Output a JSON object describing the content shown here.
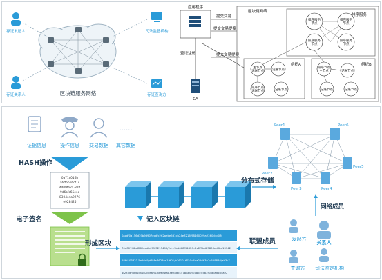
{
  "top": {
    "network_title": "区块链服务网络",
    "corners": {
      "top_left": "存证发起人",
      "bottom_left": "存证关系人",
      "top_right": "司法监督机构",
      "bottom_right": "存证查询方"
    },
    "app_title": "应用程序",
    "submit_tx": "提交交易",
    "submit_tx_proposal": "提交交易提案",
    "register": "登记注册",
    "ca": "CA",
    "chain_network": "区块链网络",
    "sort_service": "排序服务",
    "sort_node": "排序服务\n节点",
    "org_a": "组织A",
    "org_b": "组织B",
    "master_node": "主节点",
    "record_node": "记账节点",
    "sort_node_label": "排序节点"
  },
  "bottom": {
    "icons": [
      "证据信息",
      "操作信息",
      "交易数据",
      "其它数据"
    ],
    "ellipsis": "......",
    "hash_label": "HASH操作",
    "hash_lines": [
      "0a71c016b",
      "a6ff6bb6cf1c",
      "4d09fb2a7e0f",
      "9d6bfc65e4c",
      "8304e4a9276",
      "e928425"
    ],
    "sign_label": "电子签名",
    "form_block": "形成区块",
    "record_chain": "记入区块链",
    "distributed_storage": "分布式存储",
    "network_member": "网络成员",
    "alliance_member": "联盟成员",
    "hash_strings": [
      "0acdf0a156d39b9d907ecdfc262aebe5d1cb24e3216f98460029a2360d4d03f",
      "70d00746a8262eadb499f0213490/2d...1bd668f9462f...2e2f9bd85803ed3bd13942",
      "28fd103323.5a56d9/d8f4a7623ee19f01/b1610167c5c4aa25db3e7c528886/ab3c7",
      "4f235d/58d1c81d7cceaf91d8994faa3e28db1578880/5/886c5583f1d8/ad6b5ae2"
    ],
    "peers": [
      "Peer1",
      "Peer6",
      "Peer2",
      "Peer3",
      "Peer5",
      "Peer4"
    ],
    "members": [
      "发起方",
      "关系人",
      "查询方",
      "司法鉴定机构"
    ],
    "colors": {
      "accent": "#2a9bd8",
      "dark": "#1f4e79",
      "green": "#7ec34a",
      "grey_text": "#3c4a57"
    }
  }
}
